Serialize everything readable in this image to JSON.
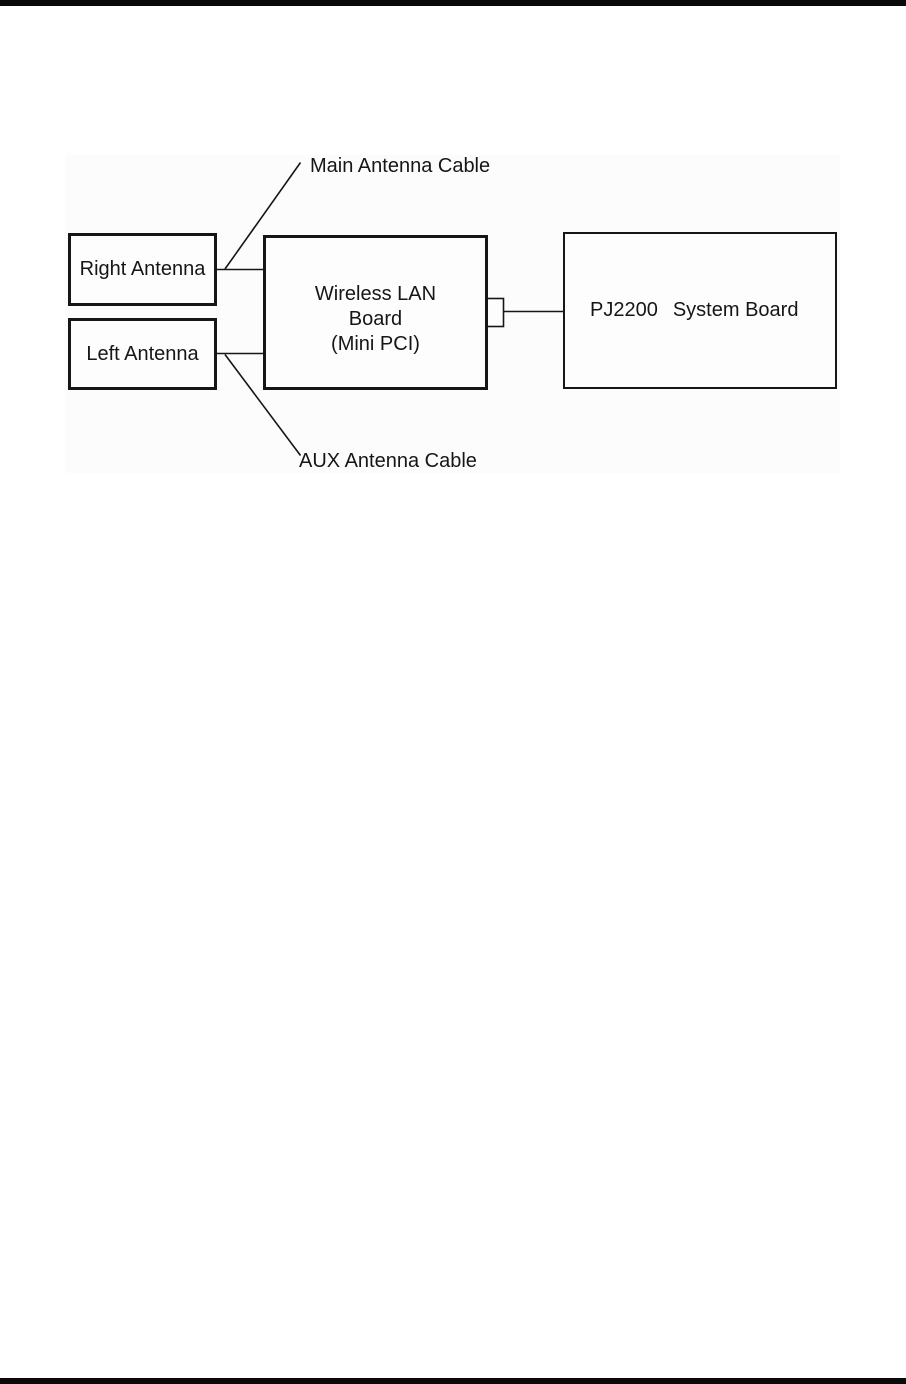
{
  "figure": {
    "boxes": {
      "right_antenna": "Right Antenna",
      "left_antenna": "Left Antenna",
      "wireless_lan_board": "Wireless LAN\nBoard\n(Mini PCI)",
      "system_board_connector": "PJ2200",
      "system_board": "System Board"
    },
    "cable_labels": {
      "main_antenna_cable": "Main Antenna Cable",
      "aux_antenna_cable": "AUX Antenna Cable"
    },
    "colors": {
      "line": "#161616",
      "figure_background": "#fcfcfc",
      "page_rule": "#0a0a0a"
    }
  }
}
